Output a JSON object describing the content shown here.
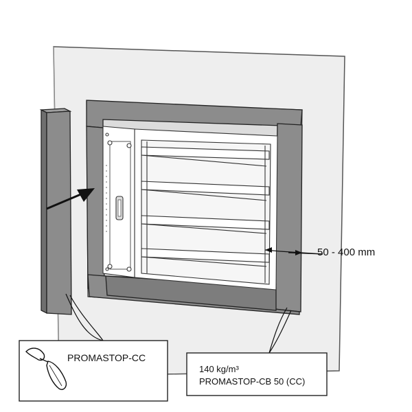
{
  "labels": {
    "dimension": "50 - 400 mm",
    "trowel_product": "PROMASTOP-CC",
    "board_density": "140 kg/m³",
    "board_product": "PROMASTOP-CB 50 (CC)"
  },
  "icons": {
    "trowel": "trowel-icon",
    "arrow": "insert-arrow-icon"
  },
  "colors": {
    "wall": "#eeeeee",
    "board": "#8c8c8c",
    "board_side": "#6f6f6f",
    "outline": "#222222",
    "damper": "#ffffff"
  }
}
